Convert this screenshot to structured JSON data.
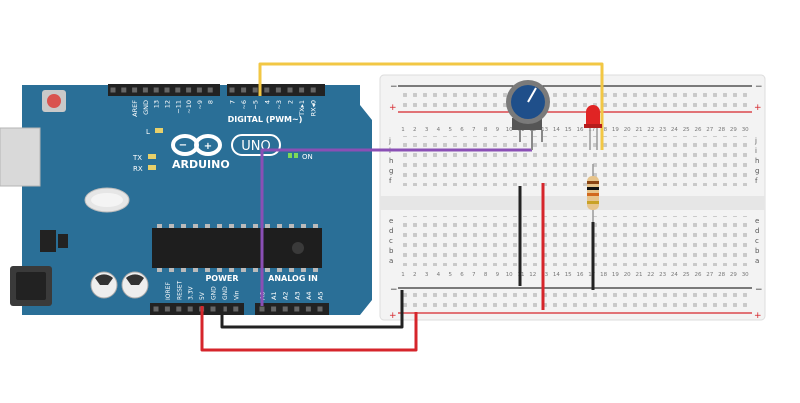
{
  "arduino": {
    "brand": "ARDUINO",
    "model": "UNO",
    "digital_label": "DIGITAL (PWM~)",
    "power_label": "POWER",
    "analog_label": "ANALOG IN",
    "on_label": "ON",
    "l_label": "L",
    "tx_label": "TX",
    "rx_label": "RX",
    "digital_pins": [
      "AREF",
      "GND",
      "13",
      "12",
      "~11",
      "~10",
      "~9",
      "8",
      "7",
      "~6",
      "~5",
      "4",
      "~3",
      "2",
      "TX▸1",
      "RX◂0"
    ],
    "power_pins": [
      "IOREF",
      "RESET",
      "3.3V",
      "5V",
      "GND",
      "GND",
      "Vin"
    ],
    "analog_pins": [
      "A0",
      "A1",
      "A2",
      "A3",
      "A4",
      "A5"
    ]
  },
  "breadboard": {
    "columns": 30,
    "rows_top": [
      "j",
      "i",
      "h",
      "g",
      "f"
    ],
    "rows_bottom": [
      "e",
      "d",
      "c",
      "b",
      "a"
    ],
    "rail_plus": "+",
    "rail_minus": "−"
  },
  "components": {
    "potentiometer": "potentiometer",
    "led": "LED",
    "resistor": "resistor"
  },
  "colors": {
    "board_blue": "#2a6f97",
    "wire_yellow": "#f2c744",
    "wire_purple": "#8a4fb5",
    "wire_red": "#d6252b",
    "wire_black": "#222222",
    "breadboard": "#f3f3f3"
  }
}
